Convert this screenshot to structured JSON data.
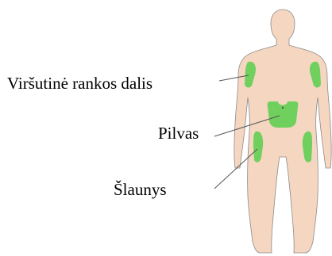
{
  "diagram": {
    "labels": {
      "arm": "Viršutinė rankos dalis",
      "abdomen": "Pilvas",
      "thigh": "Šlaunys"
    },
    "colors": {
      "skin": "#f5d6c0",
      "outline": "#8c8c8c",
      "site": "#6fd05e",
      "leader": "#555555"
    }
  }
}
